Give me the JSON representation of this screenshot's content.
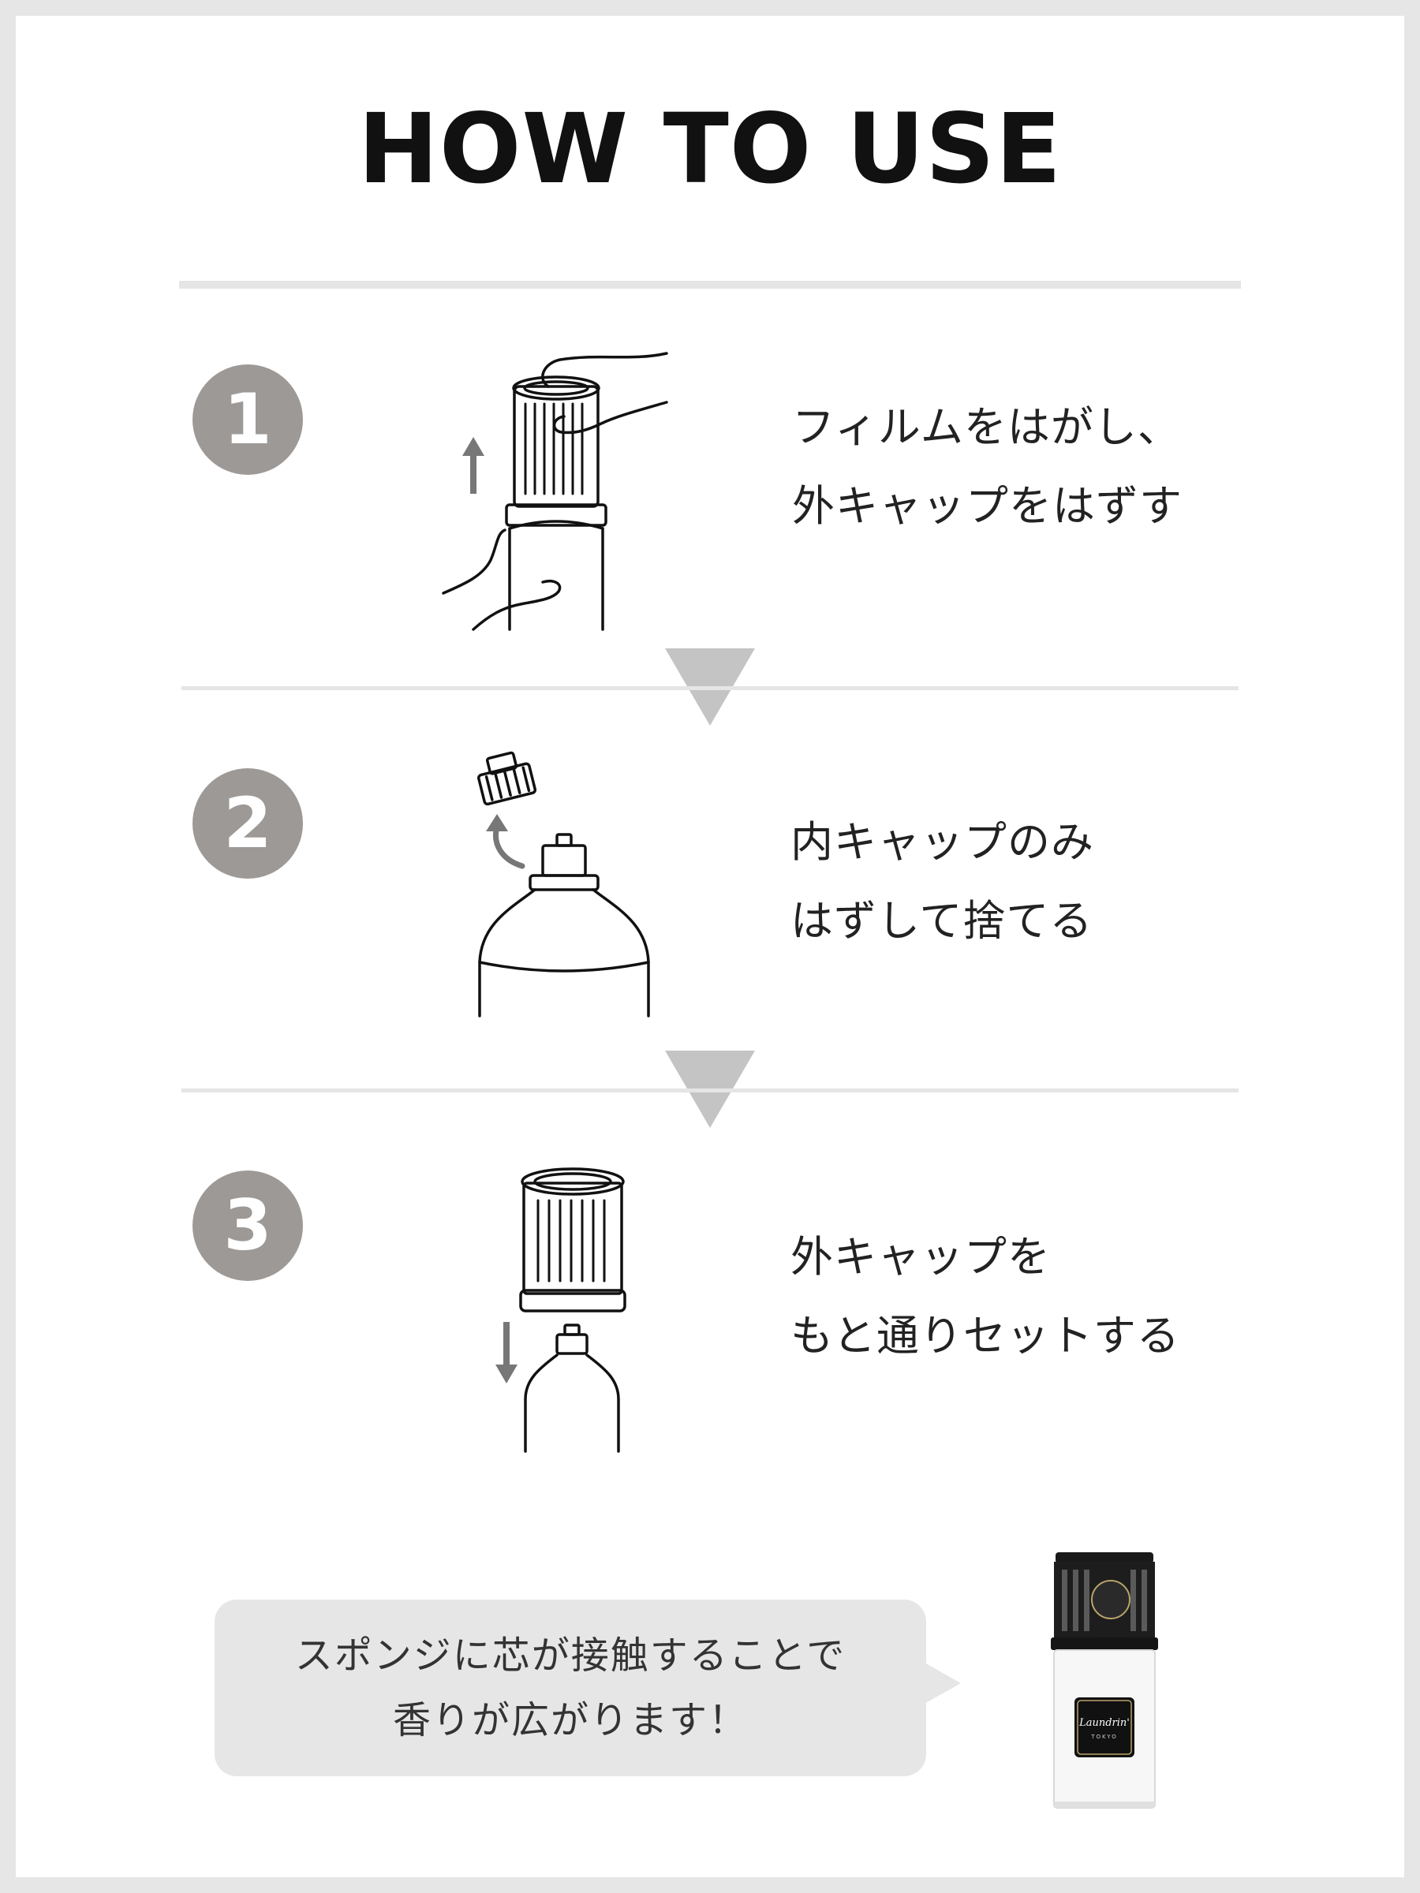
{
  "title": "HOW TO USE",
  "steps": [
    {
      "number": "1",
      "lines": [
        "フィルムをはがし、",
        "外キャップをはずす"
      ]
    },
    {
      "number": "2",
      "lines": [
        "内キャップのみ",
        "はずして捨てる"
      ]
    },
    {
      "number": "3",
      "lines": [
        "外キャップを",
        "もと通りセットする"
      ]
    }
  ],
  "note": {
    "lines": [
      "スポンジに芯が接触することで",
      "香りが広がります！"
    ]
  },
  "product": {
    "brand": "Laundrin'",
    "sub": "TOKYO"
  },
  "colors": {
    "badge": "#9d9996",
    "divider": "#e5e5e5",
    "arrow": "#c4c4c4",
    "bubble": "#e6e6e6",
    "background": "#e6e6e6"
  }
}
